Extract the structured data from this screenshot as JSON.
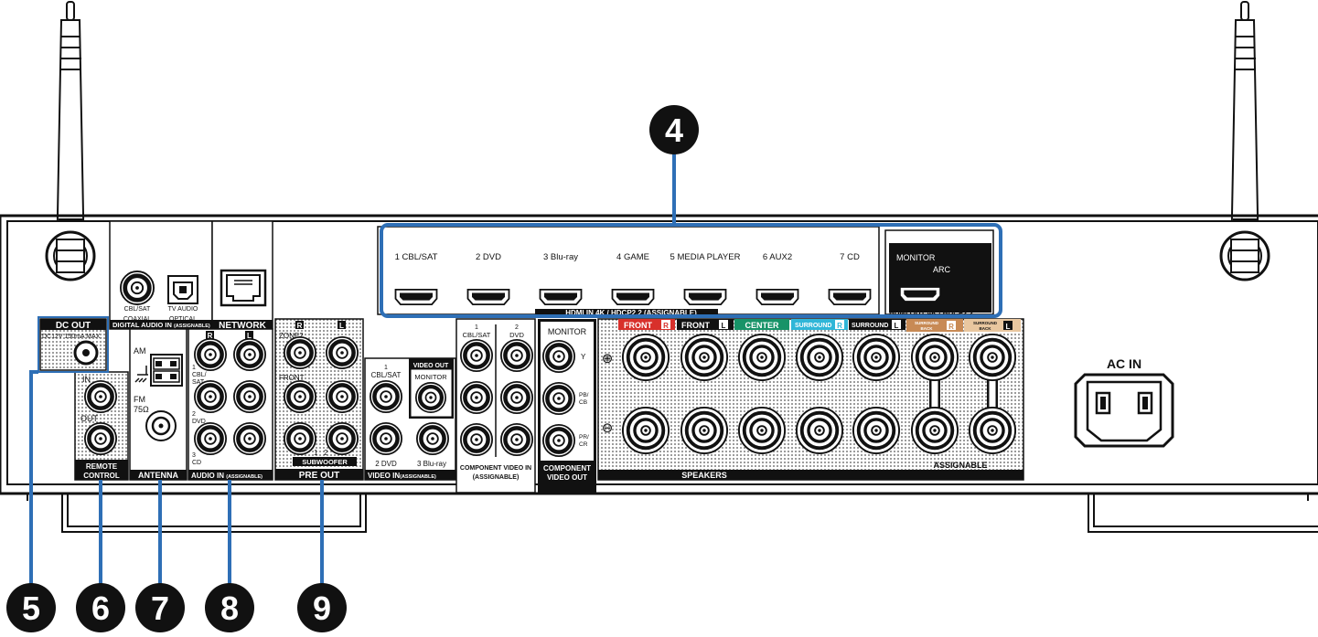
{
  "callouts": {
    "c4": "4",
    "c5": "5",
    "c6": "6",
    "c7": "7",
    "c8": "8",
    "c9": "9"
  },
  "colors": {
    "callout_line": "#2e6fb6",
    "front": "#d8302b",
    "center": "#179368",
    "surround": "#2fb6d8",
    "back": "#c88a55",
    "panel": "#ffffff",
    "ink": "#111111"
  },
  "dc_out": {
    "title": "DC OUT",
    "rating": "DC12V 150mA MAX."
  },
  "digital_audio": {
    "coaxial_source": "CBL/SAT",
    "coaxial": "COAXIAL",
    "optical_source": "TV AUDIO",
    "optical": "OPTICAL",
    "section": "DIGITAL AUDIO IN",
    "assignable": "(ASSIGNABLE)"
  },
  "network": {
    "title": "NETWORK"
  },
  "remote": {
    "in": "IN",
    "out": "OUT",
    "section_line1": "REMOTE",
    "section_line2": "CONTROL"
  },
  "antenna": {
    "am": "AM",
    "fm": "FM",
    "fm_impedance": "75Ω",
    "section": "ANTENNA"
  },
  "audio_in": {
    "r": "R",
    "l": "L",
    "in1_num": "1",
    "in1_line1": "CBL/",
    "in1_line2": "SAT",
    "in2_num": "2",
    "in2_label": "DVD",
    "in3_num": "3",
    "in3_label": "CD",
    "section": "AUDIO IN",
    "assignable": "(ASSIGNABLE)"
  },
  "pre_out": {
    "r": "R",
    "l": "L",
    "zone2": "ZONE2",
    "front": "FRONT",
    "subwoofer": "SUBWOOFER",
    "sub1": "1",
    "sub2": "2",
    "section": "PRE OUT"
  },
  "video_in": {
    "in1_num": "1",
    "in1_label": "CBL/SAT",
    "video_out": "VIDEO OUT",
    "monitor": "MONITOR",
    "in2_label": "2 DVD",
    "in3_label": "3 Blu-ray",
    "section": "VIDEO IN",
    "assignable": "(ASSIGNABLE)"
  },
  "component_in": {
    "in1_num": "1",
    "in1_label": "CBL/SAT",
    "in2_num": "2",
    "in2_label": "DVD",
    "section_line1": "COMPONENT VIDEO IN",
    "section_line2": "(ASSIGNABLE)"
  },
  "component_out": {
    "monitor": "MONITOR",
    "y": "Y",
    "pb": "PB/",
    "cb": "CB",
    "pr": "PR/",
    "cr": "CR",
    "section_line1": "COMPONENT",
    "section_line2": "VIDEO OUT"
  },
  "hdmi_in": {
    "inputs": [
      "1 CBL/SAT",
      "2 DVD",
      "3 Blu-ray",
      "4 GAME",
      "5 MEDIA PLAYER",
      "6 AUX2",
      "7 CD"
    ],
    "section": "HDMI IN  4K / HDCP2.2 (ASSIGNABLE)"
  },
  "hdmi_out": {
    "monitor": "MONITOR",
    "arc": "ARC",
    "section": "HDMI OUT 4K / HDCP2.2"
  },
  "speakers": {
    "front_r": "FRONT",
    "front_l": "FRONT",
    "center": "CENTER",
    "surround_r": "SURROUND",
    "surround_l": "SURROUND",
    "back_r_line1": "SURROUND",
    "back_r_line2": "BACK",
    "back_l_line1": "SURROUND",
    "back_l_line2": "BACK",
    "r_tag": "R",
    "l_tag": "L",
    "plus": "⊕",
    "minus": "⊖",
    "section": "SPEAKERS",
    "assignable": "ASSIGNABLE"
  },
  "ac_in": {
    "title": "AC IN"
  }
}
